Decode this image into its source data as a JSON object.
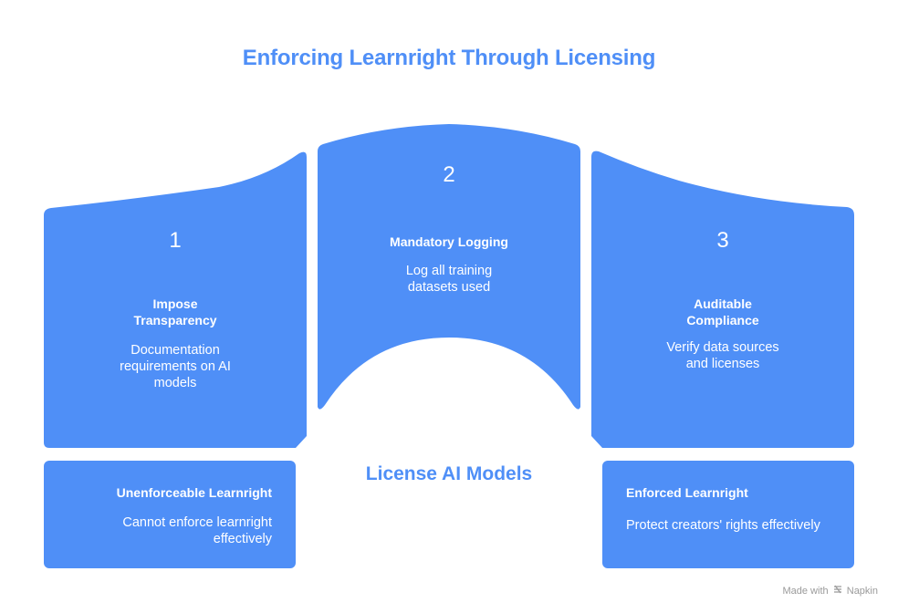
{
  "title": "Enforcing Learnright Through Licensing",
  "colors": {
    "accent": "#4f8ff7",
    "card": "#4f8ff7",
    "text_on_card": "#ffffff",
    "watermark": "#9a9a9a"
  },
  "steps": [
    {
      "number": "1",
      "heading_line1": "Impose",
      "heading_line2": "Transparency",
      "desc_line1": "Documentation",
      "desc_line2": "requirements on AI",
      "desc_line3": "models"
    },
    {
      "number": "2",
      "heading": "Mandatory Logging",
      "desc_line1": "Log all training",
      "desc_line2": "datasets used"
    },
    {
      "number": "3",
      "heading_line1": "Auditable",
      "heading_line2": "Compliance",
      "desc_line1": "Verify data sources",
      "desc_line2": "and licenses"
    }
  ],
  "center_label": "License AI Models",
  "outcomes": {
    "left": {
      "heading": "Unenforceable Learnright",
      "desc_line1": "Cannot enforce learnright",
      "desc_line2": "effectively"
    },
    "right": {
      "heading": "Enforced Learnright",
      "desc": "Protect creators' rights effectively"
    }
  },
  "watermark": {
    "prefix": "Made with",
    "brand": "Napkin",
    "icon": "napkin-logo-icon"
  }
}
